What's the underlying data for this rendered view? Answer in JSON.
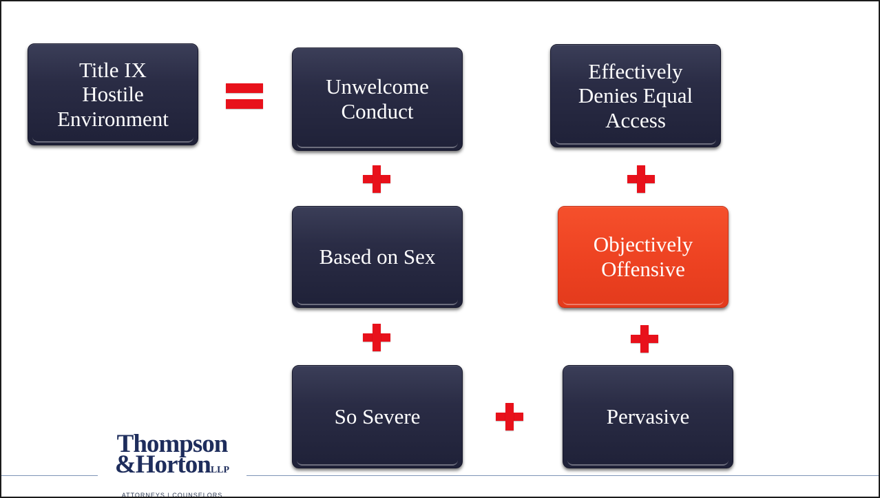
{
  "diagram": {
    "equation_left": "Title IX\nHostile\nEnvironment",
    "boxes": {
      "unwelcome": "Unwelcome\nConduct",
      "based_on_sex": "Based on Sex",
      "so_severe": "So Severe",
      "effectively_denies": "Effectively\nDenies Equal\nAccess",
      "objectively_offensive": "Objectively\nOffensive",
      "pervasive": "Pervasive"
    },
    "operators": {
      "equals": "=",
      "plus": "+"
    },
    "colors": {
      "box": "#2a2c45",
      "highlight": "#ee4322",
      "operator": "#e8111b"
    }
  },
  "logo": {
    "line1": "Thompson",
    "line2": "&Horton",
    "suffix": "LLP",
    "tagline": "ATTORNEYS | COUNSELORS"
  }
}
